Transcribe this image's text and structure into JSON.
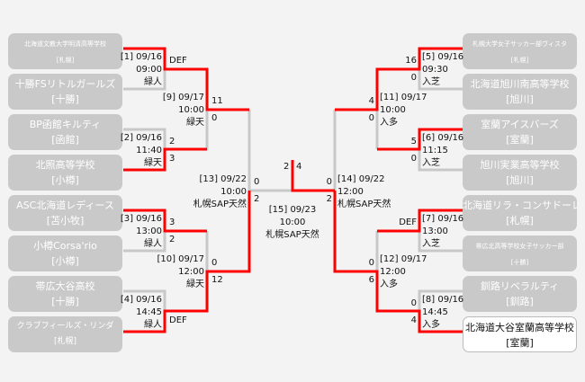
{
  "teams_left": [
    {
      "name": "北海道文教大学明清高等学校",
      "area": "[札幌]"
    },
    {
      "name": "十勝FSリトルガールズ",
      "area": "[十勝]"
    },
    {
      "name": "BP函館キルティ",
      "area": "[函館]"
    },
    {
      "name": "北照高等学校",
      "area": "[小樽]"
    },
    {
      "name": "ASC北海道レディース",
      "area": "[苫小牧]"
    },
    {
      "name": "小樽Corsa'rio",
      "area": "[小樽]"
    },
    {
      "name": "帯広大谷高校",
      "area": "[十勝]"
    },
    {
      "name": "クラブフィールズ・リンダ",
      "area": "[札幌]"
    }
  ],
  "teams_right": [
    {
      "name": "札幌大学女子サッカー部ヴィスタ",
      "area": "[札幌]"
    },
    {
      "name": "北海道旭川南高等学校",
      "area": "[旭川]"
    },
    {
      "name": "室蘭アイスバーズ",
      "area": "[室蘭]"
    },
    {
      "name": "旭川実業高等学校",
      "area": "[旭川]"
    },
    {
      "name": "北海道リラ・コンサドーレ",
      "area": "[札幌]"
    },
    {
      "name": "帯広北高等学校女子サッカー部",
      "area": "[十勝]"
    },
    {
      "name": "釧路リベラルティ",
      "area": "[釧路]"
    },
    {
      "name": "北海道大谷室蘭高等学校",
      "area": "[室蘭]"
    }
  ],
  "matches": {
    "m1": {
      "id": "[1] 09/16",
      "time": "09:00",
      "venue": "緑人",
      "s1": "DEF",
      "s2": ""
    },
    "m2": {
      "id": "[2] 09/16",
      "time": "11:40",
      "venue": "緑天",
      "s1": "2",
      "s2": "3"
    },
    "m3": {
      "id": "[3] 09/16",
      "time": "13:00",
      "venue": "緑人",
      "s1": "3",
      "s2": "2"
    },
    "m4": {
      "id": "[4] 09/16",
      "time": "14:45",
      "venue": "緑人",
      "s1": "",
      "s2": "DEF"
    },
    "m5": {
      "id": "[5] 09/16",
      "time": "09:30",
      "venue": "入芝",
      "s1": "16",
      "s2": "0"
    },
    "m6": {
      "id": "[6] 09/16",
      "time": "11:15",
      "venue": "入芝",
      "s1": "5",
      "s2": "0"
    },
    "m7": {
      "id": "[7] 09/16",
      "time": "13:00",
      "venue": "入芝",
      "s1": "DEF",
      "s2": ""
    },
    "m8": {
      "id": "[8] 09/16",
      "time": "14:45",
      "venue": "入多",
      "s1": "0",
      "s2": "4"
    },
    "m9": {
      "id": "[9] 09/17",
      "time": "10:00",
      "venue": "緑天",
      "s1": "11",
      "s2": "0"
    },
    "m10": {
      "id": "[10] 09/17",
      "time": "12:00",
      "venue": "緑天",
      "s1": "0",
      "s2": "12"
    },
    "m11": {
      "id": "[11] 09/17",
      "time": "10:00",
      "venue": "入多",
      "s1": "4",
      "s2": "0"
    },
    "m12": {
      "id": "[12] 09/17",
      "time": "12:00",
      "venue": "入多",
      "s1": "0",
      "s2": "6"
    },
    "m13": {
      "id": "[13] 09/22",
      "time": "10:00",
      "venue": "札幌SAP天然",
      "s1": "0",
      "s2": "2"
    },
    "m14": {
      "id": "[14] 09/22",
      "time": "12:00",
      "venue": "札幌SAP天然",
      "s1": "0",
      "s2": "2"
    },
    "m15": {
      "id": "[15] 09/23",
      "time": "10:00",
      "venue": "札幌SAP天然",
      "s1": "2",
      "s2": "4"
    }
  },
  "colors": {
    "win_line": "#ff0000",
    "line": "#c8c8c8",
    "box": "#c9c9c9"
  }
}
